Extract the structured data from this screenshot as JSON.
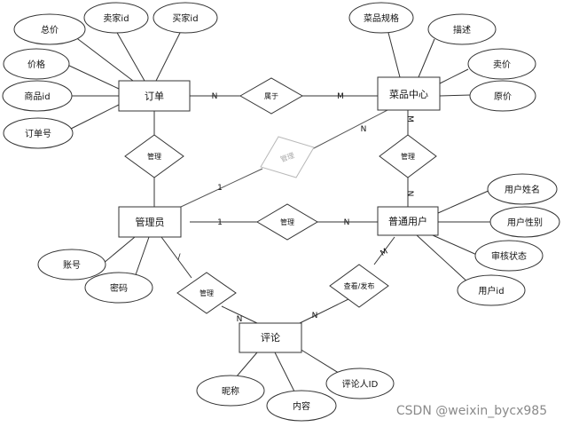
{
  "entities": {
    "order": "订单",
    "dish_center": "菜品中心",
    "admin": "管理员",
    "user": "普通用户",
    "comment": "评论"
  },
  "attributes": {
    "order_total": "总价",
    "order_seller_id": "卖家id",
    "order_buyer_id": "买家id",
    "order_price": "价格",
    "order_product_id": "商品id",
    "order_no": "订单号",
    "dish_spec": "菜品规格",
    "dish_desc": "描述",
    "dish_sale_price": "卖价",
    "dish_orig_price": "原价",
    "user_name": "用户姓名",
    "user_gender": "用户性别",
    "user_audit": "审核状态",
    "user_id": "用户id",
    "admin_account": "账号",
    "admin_password": "密码",
    "comment_nickname": "昵称",
    "comment_content": "内容",
    "comment_user_id": "评论人ID"
  },
  "relationships": {
    "belongs": "属于",
    "manage_order": "管理",
    "manage_dish_faded": "管理",
    "manage_dish": "管理",
    "manage_user": "管理",
    "manage_comment": "管理",
    "review_publish": "查看/发布"
  },
  "cardinalities": {
    "order_belongs": "N",
    "belongs_dish": "M",
    "dish_faded": "N",
    "admin_faded": "1",
    "dish_manage": "M",
    "manage_user_top": "N",
    "admin_manage": "1",
    "manage_user_left": "N",
    "admin_comment": "/",
    "manage_comment_n": "N",
    "review_comment_n": "N",
    "user_review_m": "M"
  },
  "watermark": "CSDN @weixin_bycx985"
}
